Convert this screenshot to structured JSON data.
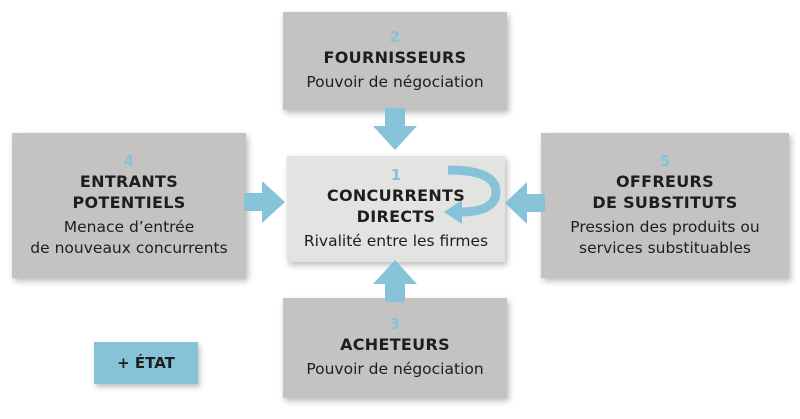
{
  "boxes": {
    "center": {
      "number": "1",
      "title_line1": "CONCURRENTS",
      "title_line2": "DIRECTS",
      "desc_line1": "Rivalité entre les firmes"
    },
    "top": {
      "number": "2",
      "title_line1": "FOURNISSEURS",
      "desc_line1": "Pouvoir de négociation"
    },
    "bottom": {
      "number": "3",
      "title_line1": "ACHETEURS",
      "desc_line1": "Pouvoir de négociation"
    },
    "left": {
      "number": "4",
      "title_line1": "ENTRANTS",
      "title_line2": "POTENTIELS",
      "desc_line1": "Menace d’entrée",
      "desc_line2": "de nouveaux concurrents"
    },
    "right": {
      "number": "5",
      "title_line1": "OFFREURS",
      "title_line2": "DE SUBSTITUTS",
      "desc_line1": "Pression des produits ou",
      "desc_line2": "services substituables"
    }
  },
  "state_label": "+ ÉTAT",
  "colors": {
    "box": "#c4c3c1",
    "center_box": "#e3e3e2",
    "accent": "#86c3d9",
    "text": "#1e1e1e"
  }
}
